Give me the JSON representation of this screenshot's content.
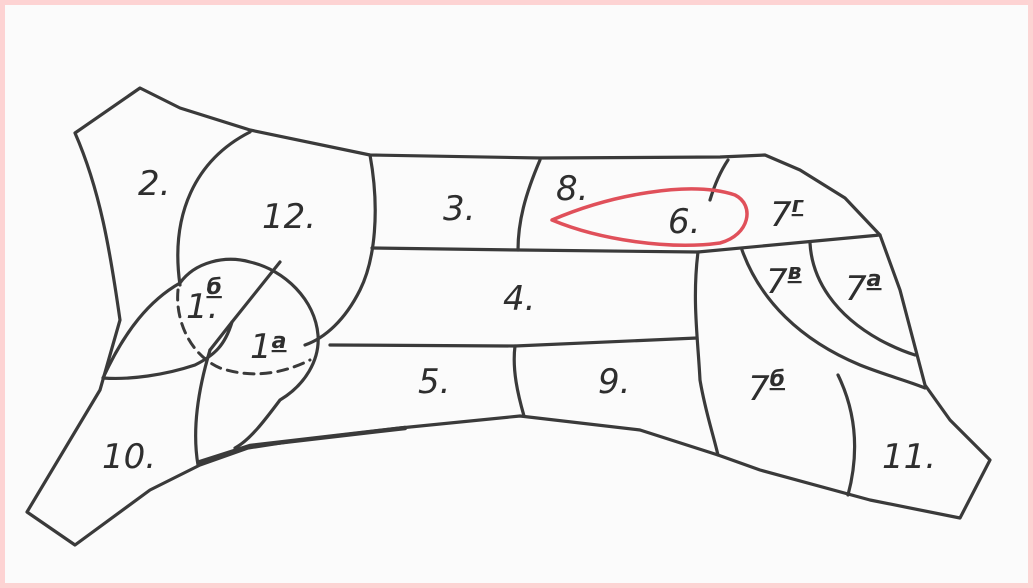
{
  "colors": {
    "border": "#fdd3d3",
    "paper": "#fbfbfb",
    "ink": "#3a3a3a",
    "highlight": "#e0505a"
  },
  "regions": {
    "r2": {
      "main": "2.",
      "sup": ""
    },
    "r12": {
      "main": "12.",
      "sup": ""
    },
    "r3": {
      "main": "3.",
      "sup": ""
    },
    "r8": {
      "main": "8.",
      "sup": ""
    },
    "r6": {
      "main": "6.",
      "sup": ""
    },
    "r7g": {
      "main": "7",
      "sup": "г"
    },
    "r1b": {
      "main": "1.",
      "sup": "б"
    },
    "r4": {
      "main": "4.",
      "sup": ""
    },
    "r7v": {
      "main": "7",
      "sup": "в"
    },
    "r7a": {
      "main": "7",
      "sup": "а"
    },
    "r1a": {
      "main": "1",
      "sup": "а"
    },
    "r5": {
      "main": "5.",
      "sup": ""
    },
    "r9": {
      "main": "9.",
      "sup": ""
    },
    "r7b": {
      "main": "7",
      "sup": "б"
    },
    "r10": {
      "main": "10.",
      "sup": ""
    },
    "r11": {
      "main": "11.",
      "sup": ""
    }
  }
}
